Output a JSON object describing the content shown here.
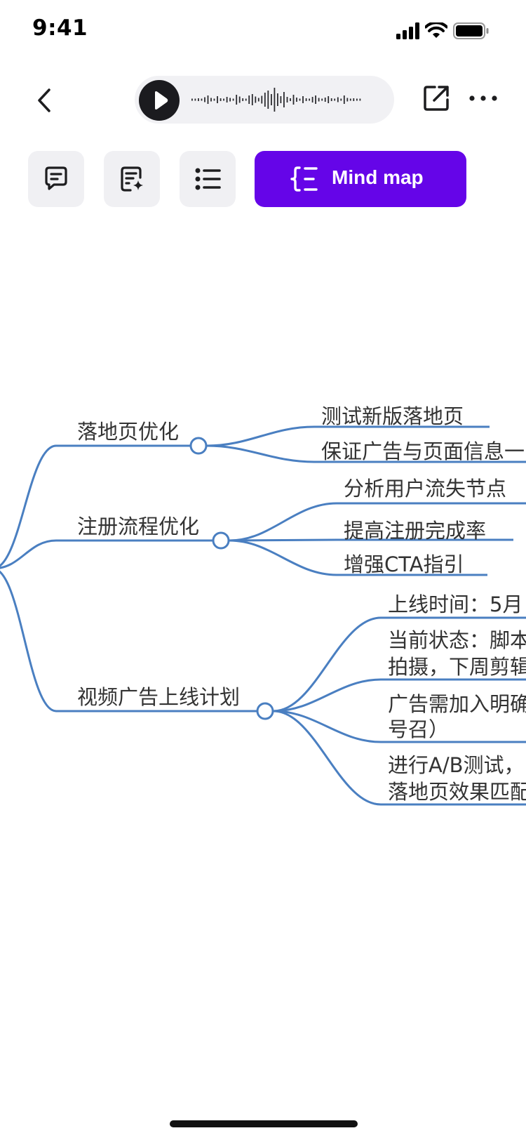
{
  "status": {
    "time": "9:41"
  },
  "tabs": {
    "mindmap_label": "Mind map"
  },
  "icons": {
    "back": "chevron-left-icon",
    "play": "play-icon",
    "share": "share-icon",
    "more": "more-horizontal-icon",
    "comment": "message-square-icon",
    "summary": "document-sparkle-icon",
    "list": "list-icon",
    "mindmap": "mind-map-icon"
  },
  "colors": {
    "accent": "#6505e8",
    "branch": "#4a7fc1",
    "tab_bg": "#f0f0f3"
  },
  "mindmap": {
    "branches": [
      {
        "label": "落地页优化",
        "children": [
          {
            "lines": [
              "测试新版落地页"
            ]
          },
          {
            "lines": [
              "保证广告与页面信息一"
            ]
          }
        ]
      },
      {
        "label": "注册流程优化",
        "children": [
          {
            "lines": [
              "分析用户流失节点"
            ]
          },
          {
            "lines": [
              "提高注册完成率"
            ]
          },
          {
            "lines": [
              "增强CTA指引"
            ]
          }
        ]
      },
      {
        "label": "视频广告上线计划",
        "children": [
          {
            "lines": [
              "上线时间：5月"
            ]
          },
          {
            "lines": [
              "当前状态：脚本",
              "拍摄，下周剪辑"
            ]
          },
          {
            "lines": [
              "广告需加入明确",
              "号召）"
            ]
          },
          {
            "lines": [
              "进行A/B测试，",
              "落地页效果匹配"
            ]
          }
        ]
      }
    ]
  }
}
